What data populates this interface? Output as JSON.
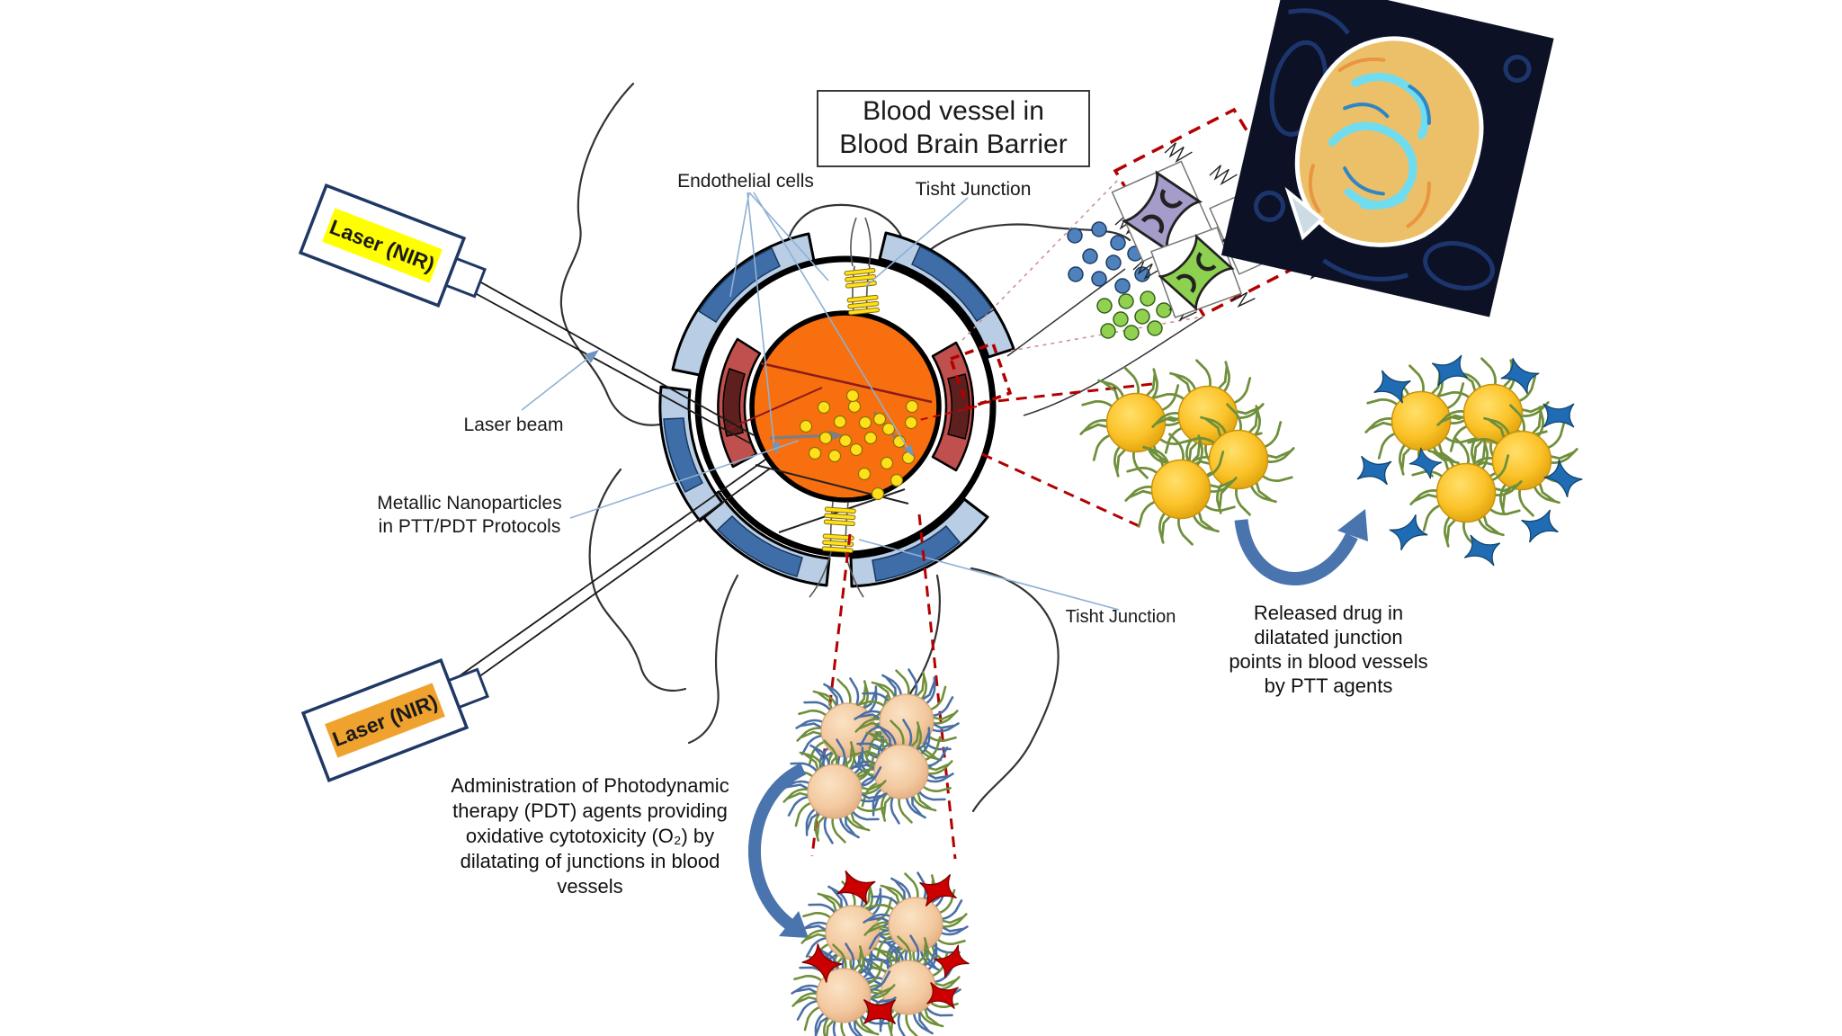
{
  "figure": {
    "title": "Blood vessel in\nBlood Brain Barrier",
    "labels": {
      "endothelial_cells": "Endothelial cells",
      "tight_junction_top": "Tisht Junction",
      "tight_junction_bottom": "Tisht Junction",
      "laser_beam": "Laser beam",
      "metallic_nanoparticles": "Metallic Nanoparticles\nin PTT/PDT Protocols",
      "laser_top": "Laser (NIR)",
      "laser_bottom": "Laser (NIR)"
    },
    "captions": {
      "released_drug": "Released drug in\ndilatated junction\npoints in blood vessels\nby PTT agents",
      "pdt_administration": "Administration of Photodynamic\ntherapy (PDT) agents providing\noxidative cytotoxicity (O₂)  by\ndilatating of junctions in blood\nvessels"
    },
    "colors": {
      "lumen_orange": "#f76f0e",
      "laser_band_top": "#ffff00",
      "laser_band_bottom": "#f0a22e",
      "endothelial_fill": "#b9cde5",
      "endothelial_nucleus": "#3f6da8",
      "muscle_cell": "#c0504d",
      "muscle_nucleus": "#5e1f1f",
      "gold_nanoparticle": "#fcc32a",
      "tan_nanoparticle": "#f3c9a0",
      "drug_blue": "#1f6cb5",
      "drug_red": "#cc0000",
      "callout_dashed_red": "#b30000",
      "annotation_blue": "#8fb0d4",
      "arrow_blue": "#4a74ad"
    }
  }
}
